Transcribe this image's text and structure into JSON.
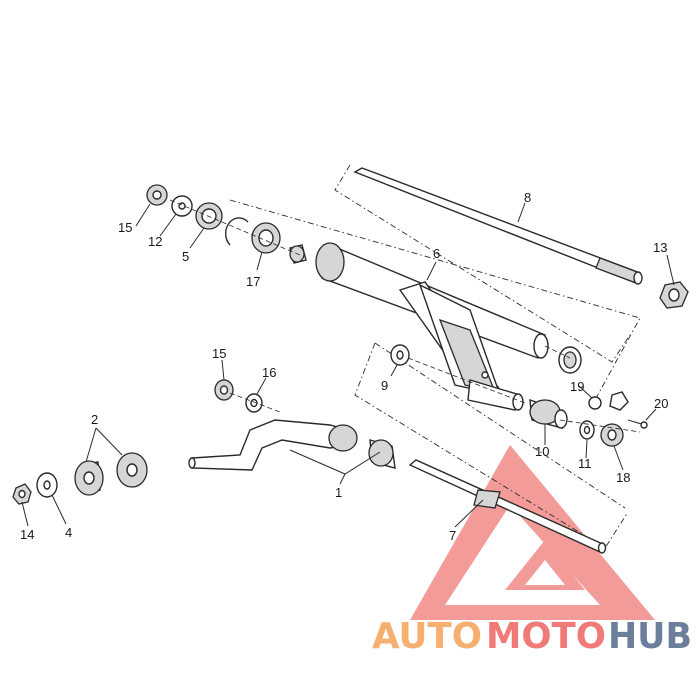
{
  "callouts": {
    "c1": "1",
    "c2": "2",
    "c4": "4",
    "c5": "5",
    "c6": "6",
    "c7": "7",
    "c8": "8",
    "c9": "9",
    "c10": "10",
    "c11": "11",
    "c12": "12",
    "c13": "13",
    "c14": "14",
    "c15a": "15",
    "c15b": "15",
    "c16": "16",
    "c17": "17",
    "c18": "18",
    "c19": "19",
    "c20": "20"
  },
  "watermark": {
    "part1": "AUTO",
    "part2": "MOTO",
    "part3": "HUB",
    "color_orange": "#f5b070",
    "color_red": "#f07a78",
    "color_blue": "#6b7f9c"
  }
}
